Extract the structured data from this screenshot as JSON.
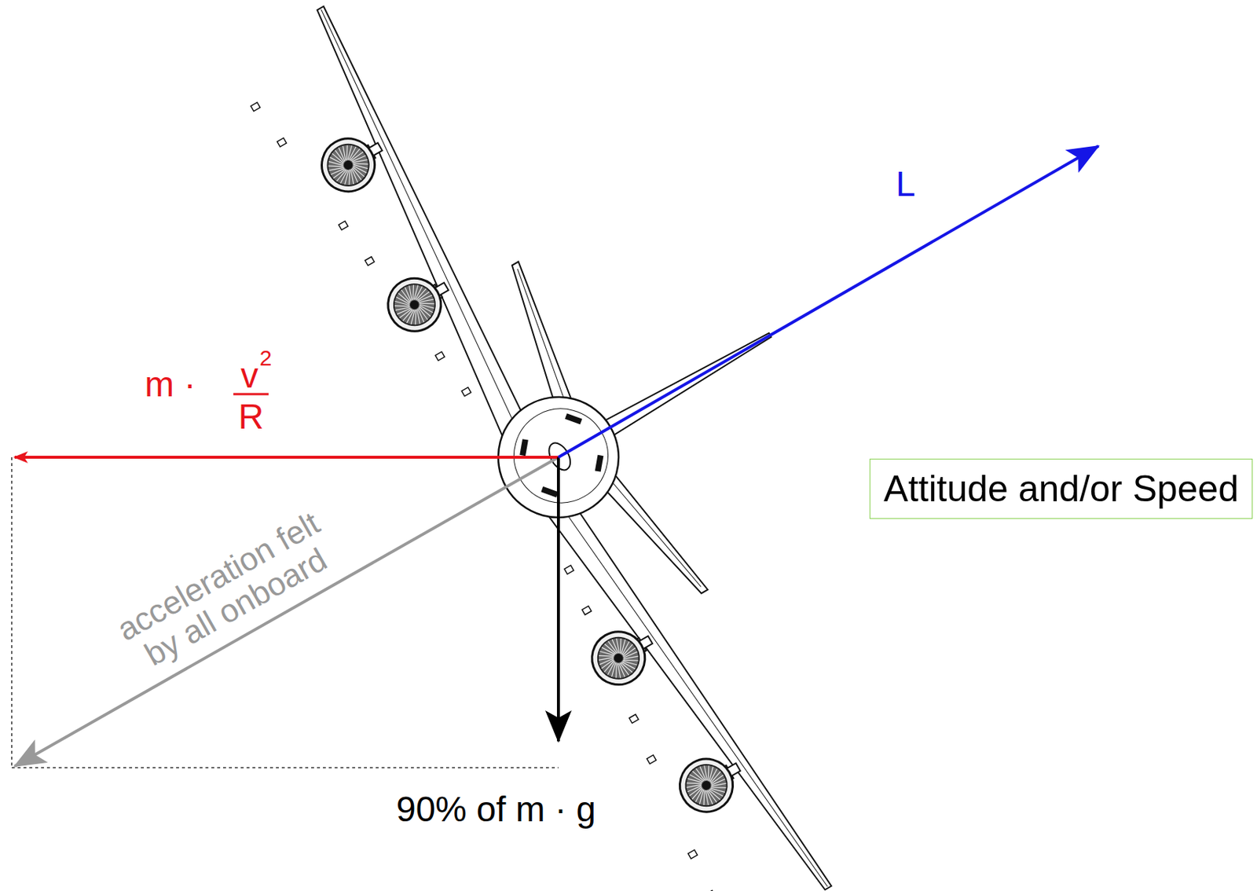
{
  "diagram": {
    "nodes": [
      {
        "text": [
          "Attitude and/or Speed"
        ]
      }
    ],
    "labels": [
      "L",
      "m ·",
      "v",
      "2",
      "R",
      "acceleration felt by all onboard",
      "90% of m · g"
    ]
  }
}
